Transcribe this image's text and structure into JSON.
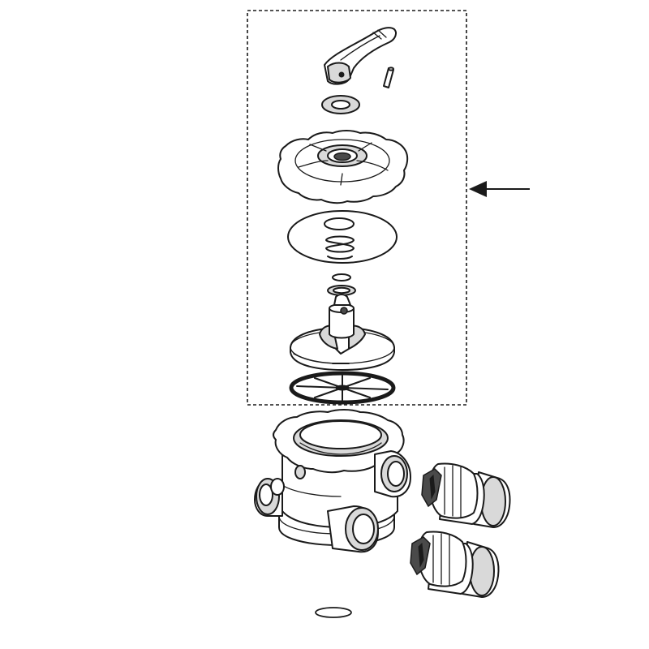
{
  "diagram": {
    "kind": "exploded-parts-view",
    "subject": "multiport-valve-assembly",
    "colors": {
      "line": "#1a1a1a",
      "shade": "#d9d9d9",
      "dark": "#4a4a4a",
      "background": "#ffffff"
    },
    "parts": [
      {
        "id": "handle",
        "icon": "valve-handle-icon"
      },
      {
        "id": "handle-pin",
        "icon": "pin-icon"
      },
      {
        "id": "washer",
        "icon": "washer-icon"
      },
      {
        "id": "valve-cover",
        "icon": "star-cover-icon"
      },
      {
        "id": "spring-disc",
        "icon": "disc-icon"
      },
      {
        "id": "spring",
        "icon": "spring-icon"
      },
      {
        "id": "o-rings",
        "icon": "o-ring-icon"
      },
      {
        "id": "rotor",
        "icon": "rotor-icon"
      },
      {
        "id": "spider-gasket",
        "icon": "gasket-icon"
      },
      {
        "id": "valve-body",
        "icon": "valve-body-icon"
      },
      {
        "id": "union-fitting-upper",
        "icon": "union-icon"
      },
      {
        "id": "union-fitting-lower",
        "icon": "union-icon"
      },
      {
        "id": "drain-o-ring",
        "icon": "o-ring-icon"
      }
    ],
    "callout": {
      "highlighted_group": "valve-top-assembly",
      "pointer": "arrow-left"
    }
  }
}
